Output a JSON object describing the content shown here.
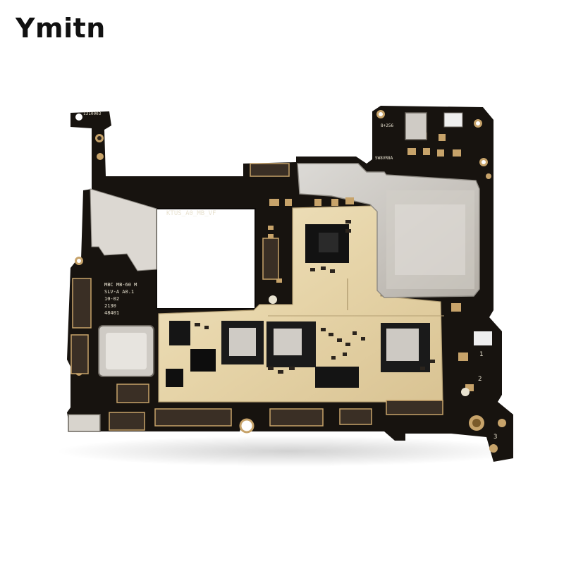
{
  "brand": {
    "text": "Ymitn"
  },
  "board": {
    "silkscreen": {
      "top_left_code": "1310003",
      "model_label": "KTUS_A0_MB_VF",
      "side_block": [
        "MBC MB-60 M",
        "SLV-A A0.1",
        "10-02",
        "2130",
        "48401"
      ],
      "top_right_code_1": "8+256",
      "top_right_code_2": "SW8VR8A",
      "digit_1": "1",
      "digit_2": "2",
      "digit_3": "3"
    },
    "colors": {
      "pcb": "#17130f",
      "gold_plate": "#e9d9b4",
      "shield": "#c9c6c1",
      "copper": "#b9803a"
    }
  }
}
